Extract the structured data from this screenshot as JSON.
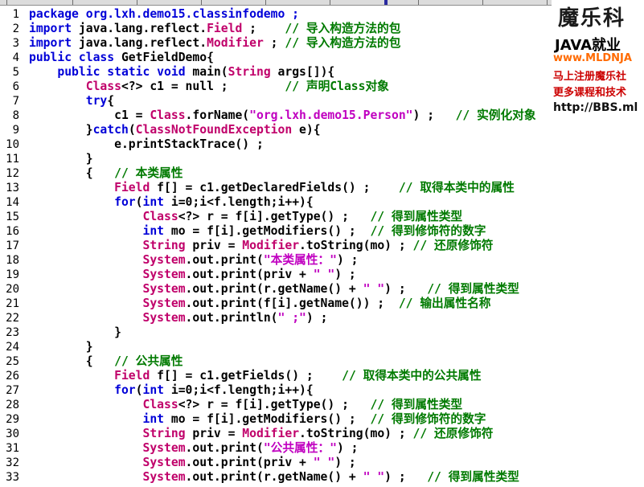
{
  "editor": {
    "lines": [
      {
        "n": "1",
        "parts": [
          {
            "t": "package org.lxh.demo15.classinfodemo ;",
            "c": "kw0"
          }
        ]
      },
      {
        "n": "2",
        "parts": [
          {
            "t": "import",
            "c": "kw"
          },
          {
            "t": " java.lang.reflect.",
            "c": ""
          },
          {
            "t": "Field",
            "c": "ty"
          },
          {
            "t": " ;    ",
            "c": ""
          },
          {
            "t": "// 导入构造方法的包",
            "c": "cm"
          }
        ]
      },
      {
        "n": "3",
        "parts": [
          {
            "t": "import",
            "c": "kw"
          },
          {
            "t": " java.lang.reflect.",
            "c": ""
          },
          {
            "t": "Modifier",
            "c": "ty"
          },
          {
            "t": " ; ",
            "c": ""
          },
          {
            "t": "// 导入构造方法的包",
            "c": "cm"
          }
        ]
      },
      {
        "n": "4",
        "parts": [
          {
            "t": "public class",
            "c": "kw"
          },
          {
            "t": " GetFieldDemo{",
            "c": ""
          }
        ]
      },
      {
        "n": "5",
        "parts": [
          {
            "t": "    ",
            "c": ""
          },
          {
            "t": "public static void",
            "c": "kw"
          },
          {
            "t": " main(",
            "c": ""
          },
          {
            "t": "String",
            "c": "ty"
          },
          {
            "t": " args[]){",
            "c": ""
          }
        ]
      },
      {
        "n": "6",
        "parts": [
          {
            "t": "        ",
            "c": ""
          },
          {
            "t": "Class",
            "c": "ty"
          },
          {
            "t": "<?> c1 = null ;        ",
            "c": ""
          },
          {
            "t": "// 声明Class对象",
            "c": "cm"
          }
        ]
      },
      {
        "n": "7",
        "parts": [
          {
            "t": "        ",
            "c": ""
          },
          {
            "t": "try",
            "c": "kw"
          },
          {
            "t": "{",
            "c": ""
          }
        ]
      },
      {
        "n": "8",
        "parts": [
          {
            "t": "            c1 = ",
            "c": ""
          },
          {
            "t": "Class",
            "c": "ty"
          },
          {
            "t": ".forName(",
            "c": ""
          },
          {
            "t": "\"org.lxh.demo15.Person\"",
            "c": "str"
          },
          {
            "t": ") ;   ",
            "c": ""
          },
          {
            "t": "// 实例化对象",
            "c": "cm"
          }
        ]
      },
      {
        "n": "9",
        "parts": [
          {
            "t": "        }",
            "c": ""
          },
          {
            "t": "catch",
            "c": "kw"
          },
          {
            "t": "(",
            "c": ""
          },
          {
            "t": "ClassNotFoundException",
            "c": "ty"
          },
          {
            "t": " e){",
            "c": ""
          }
        ]
      },
      {
        "n": "10",
        "parts": [
          {
            "t": "            e.printStackTrace() ;",
            "c": ""
          }
        ]
      },
      {
        "n": "11",
        "parts": [
          {
            "t": "        }",
            "c": ""
          }
        ]
      },
      {
        "n": "12",
        "parts": [
          {
            "t": "        {   ",
            "c": ""
          },
          {
            "t": "// 本类属性",
            "c": "cm"
          }
        ]
      },
      {
        "n": "13",
        "parts": [
          {
            "t": "            ",
            "c": ""
          },
          {
            "t": "Field",
            "c": "ty"
          },
          {
            "t": " f[] = c1.getDeclaredFields() ;    ",
            "c": ""
          },
          {
            "t": "// 取得本类中的属性",
            "c": "cm"
          }
        ]
      },
      {
        "n": "14",
        "parts": [
          {
            "t": "            ",
            "c": ""
          },
          {
            "t": "for",
            "c": "kw"
          },
          {
            "t": "(",
            "c": ""
          },
          {
            "t": "int",
            "c": "kw"
          },
          {
            "t": " i=0;i<f.length;i++){",
            "c": ""
          }
        ]
      },
      {
        "n": "15",
        "parts": [
          {
            "t": "                ",
            "c": ""
          },
          {
            "t": "Class",
            "c": "ty"
          },
          {
            "t": "<?> r = f[i].getType() ;   ",
            "c": ""
          },
          {
            "t": "// 得到属性类型",
            "c": "cm"
          }
        ]
      },
      {
        "n": "16",
        "parts": [
          {
            "t": "                ",
            "c": ""
          },
          {
            "t": "int",
            "c": "kw"
          },
          {
            "t": " mo = f[i].getModifiers() ;  ",
            "c": ""
          },
          {
            "t": "// 得到修饰符的数字",
            "c": "cm"
          }
        ]
      },
      {
        "n": "17",
        "parts": [
          {
            "t": "                ",
            "c": ""
          },
          {
            "t": "String",
            "c": "ty"
          },
          {
            "t": " priv = ",
            "c": ""
          },
          {
            "t": "Modifier",
            "c": "ty"
          },
          {
            "t": ".toString(mo) ; ",
            "c": ""
          },
          {
            "t": "// 还原修饰符",
            "c": "cm"
          }
        ]
      },
      {
        "n": "18",
        "parts": [
          {
            "t": "                ",
            "c": ""
          },
          {
            "t": "System",
            "c": "ty"
          },
          {
            "t": ".out.print(",
            "c": ""
          },
          {
            "t": "\"本类属性：\"",
            "c": "str"
          },
          {
            "t": ") ;",
            "c": ""
          }
        ]
      },
      {
        "n": "19",
        "parts": [
          {
            "t": "                ",
            "c": ""
          },
          {
            "t": "System",
            "c": "ty"
          },
          {
            "t": ".out.print(priv + ",
            "c": ""
          },
          {
            "t": "\" \"",
            "c": "str"
          },
          {
            "t": ") ;",
            "c": ""
          }
        ]
      },
      {
        "n": "20",
        "parts": [
          {
            "t": "                ",
            "c": ""
          },
          {
            "t": "System",
            "c": "ty"
          },
          {
            "t": ".out.print(r.getName() + ",
            "c": ""
          },
          {
            "t": "\" \"",
            "c": "str"
          },
          {
            "t": ") ;   ",
            "c": ""
          },
          {
            "t": "// 得到属性类型",
            "c": "cm"
          }
        ]
      },
      {
        "n": "21",
        "parts": [
          {
            "t": "                ",
            "c": ""
          },
          {
            "t": "System",
            "c": "ty"
          },
          {
            "t": ".out.print(f[i].getName()) ;  ",
            "c": ""
          },
          {
            "t": "// 输出属性名称",
            "c": "cm"
          }
        ]
      },
      {
        "n": "22",
        "parts": [
          {
            "t": "                ",
            "c": ""
          },
          {
            "t": "System",
            "c": "ty"
          },
          {
            "t": ".out.println(",
            "c": ""
          },
          {
            "t": "\" ;\"",
            "c": "str"
          },
          {
            "t": ") ;",
            "c": ""
          }
        ]
      },
      {
        "n": "23",
        "parts": [
          {
            "t": "            }",
            "c": ""
          }
        ]
      },
      {
        "n": "24",
        "parts": [
          {
            "t": "        }",
            "c": ""
          }
        ]
      },
      {
        "n": "25",
        "parts": [
          {
            "t": "        {   ",
            "c": ""
          },
          {
            "t": "// 公共属性",
            "c": "cm"
          }
        ]
      },
      {
        "n": "26",
        "parts": [
          {
            "t": "            ",
            "c": ""
          },
          {
            "t": "Field",
            "c": "ty"
          },
          {
            "t": " f[] = c1.getFields() ;    ",
            "c": ""
          },
          {
            "t": "// 取得本类中的公共属性",
            "c": "cm"
          }
        ]
      },
      {
        "n": "27",
        "parts": [
          {
            "t": "            ",
            "c": ""
          },
          {
            "t": "for",
            "c": "kw"
          },
          {
            "t": "(",
            "c": ""
          },
          {
            "t": "int",
            "c": "kw"
          },
          {
            "t": " i=0;i<f.length;i++){",
            "c": ""
          }
        ]
      },
      {
        "n": "28",
        "parts": [
          {
            "t": "                ",
            "c": ""
          },
          {
            "t": "Class",
            "c": "ty"
          },
          {
            "t": "<?> r = f[i].getType() ;   ",
            "c": ""
          },
          {
            "t": "// 得到属性类型",
            "c": "cm"
          }
        ]
      },
      {
        "n": "29",
        "parts": [
          {
            "t": "                ",
            "c": ""
          },
          {
            "t": "int",
            "c": "kw"
          },
          {
            "t": " mo = f[i].getModifiers() ;  ",
            "c": ""
          },
          {
            "t": "// 得到修饰符的数字",
            "c": "cm"
          }
        ]
      },
      {
        "n": "30",
        "parts": [
          {
            "t": "                ",
            "c": ""
          },
          {
            "t": "String",
            "c": "ty"
          },
          {
            "t": " priv = ",
            "c": ""
          },
          {
            "t": "Modifier",
            "c": "ty"
          },
          {
            "t": ".toString(mo) ; ",
            "c": ""
          },
          {
            "t": "// 还原修饰符",
            "c": "cm"
          }
        ]
      },
      {
        "n": "31",
        "parts": [
          {
            "t": "                ",
            "c": ""
          },
          {
            "t": "System",
            "c": "ty"
          },
          {
            "t": ".out.print(",
            "c": ""
          },
          {
            "t": "\"公共属性：\"",
            "c": "str"
          },
          {
            "t": ") ;",
            "c": ""
          }
        ]
      },
      {
        "n": "32",
        "parts": [
          {
            "t": "                ",
            "c": ""
          },
          {
            "t": "System",
            "c": "ty"
          },
          {
            "t": ".out.print(priv + ",
            "c": ""
          },
          {
            "t": "\" \"",
            "c": "str"
          },
          {
            "t": ") ;",
            "c": ""
          }
        ]
      },
      {
        "n": "33",
        "parts": [
          {
            "t": "                ",
            "c": ""
          },
          {
            "t": "System",
            "c": "ty"
          },
          {
            "t": ".out.print(r.getName() + ",
            "c": ""
          },
          {
            "t": "\" \"",
            "c": "str"
          },
          {
            "t": ") ;   ",
            "c": ""
          },
          {
            "t": "// 得到属性类型",
            "c": "cm"
          }
        ]
      }
    ]
  },
  "watermark": {
    "brand": "魔乐科",
    "java": "JAVA就业",
    "site": "www.MLDNJA",
    "register": "马上注册魔乐社",
    "courses": "更多课程和技术",
    "bbs": "http://BBS.ml"
  },
  "colors": {
    "keyword": "#0000d8",
    "type": "#c0006a",
    "string": "#c000c0",
    "comment": "#007a00"
  }
}
